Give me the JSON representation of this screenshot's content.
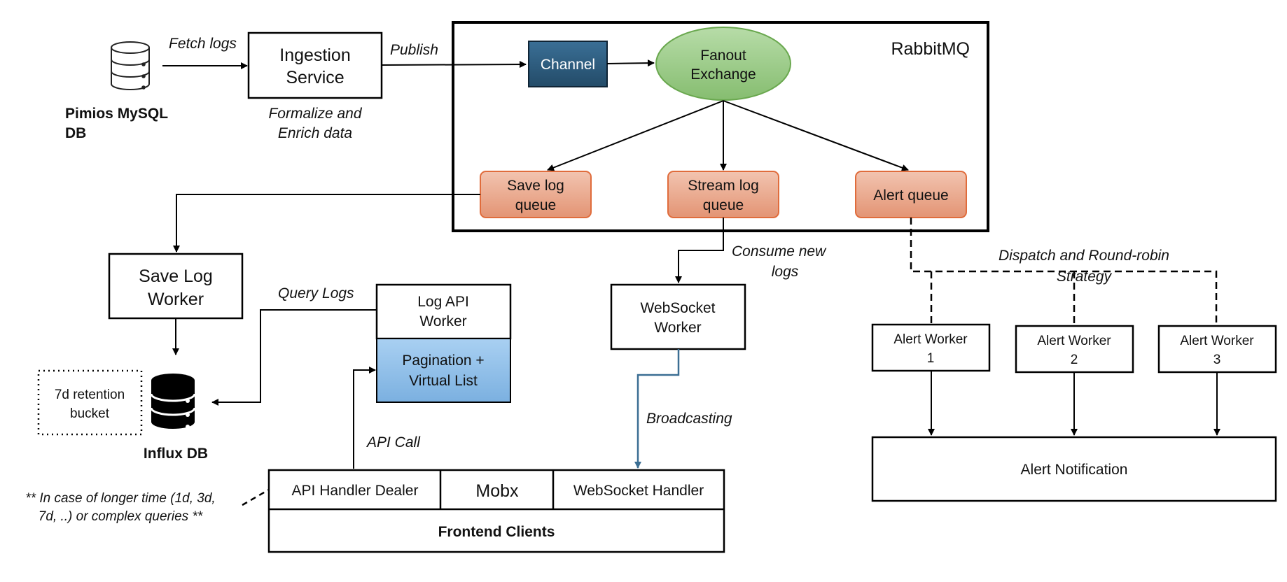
{
  "source_db": {
    "line1": "Pimios MySQL",
    "line2": "DB"
  },
  "fetch_label": "Fetch logs",
  "ingestion": {
    "line1": "Ingestion",
    "line2": "Service",
    "note1": "Formalize and",
    "note2": "Enrich data"
  },
  "publish_label": "Publish",
  "rabbitmq": {
    "title": "RabbitMQ",
    "channel": "Channel",
    "exchange": {
      "line1": "Fanout",
      "line2": "Exchange"
    },
    "save_queue": {
      "line1": "Save log",
      "line2": "queue"
    },
    "stream_queue": {
      "line1": "Stream log",
      "line2": "queue"
    },
    "alert_queue": "Alert queue"
  },
  "save_worker": {
    "line1": "Save Log",
    "line2": "Worker"
  },
  "influx": {
    "label": "Influx DB",
    "retention1": "7d retention",
    "retention2": "bucket"
  },
  "query_label": "Query Logs",
  "log_api": {
    "line1": "Log API",
    "line2": "Worker",
    "pag1": "Pagination +",
    "pag2": "Virtual List"
  },
  "api_call_label": "API Call",
  "consume_label": {
    "line1": "Consume new",
    "line2": "logs"
  },
  "ws_worker": {
    "line1": "WebSocket",
    "line2": "Worker"
  },
  "broadcast_label": "Broadcasting",
  "dispatch_label": {
    "line1": "Dispatch and Round-robin",
    "line2": "Strategy"
  },
  "alert_workers": [
    {
      "line1": "Alert Worker",
      "line2": "1"
    },
    {
      "line1": "Alert Worker",
      "line2": "2"
    },
    {
      "line1": "Alert Worker",
      "line2": "3"
    }
  ],
  "alert_notification": "Alert Notification",
  "frontend": {
    "api_handler": "API Handler Dealer",
    "mobx": "Mobx",
    "ws_handler": "WebSocket Handler",
    "title": "Frontend Clients"
  },
  "footnote": {
    "line1": "** In case of longer time (1d, 3d,",
    "line2": "7d, ..) or complex queries **"
  },
  "colors": {
    "channel_fill": "#2b5a7c",
    "exchange_fill": "#9ccc8a",
    "queue_fill": "#e8a68a",
    "pagination_fill": "#8fbde8",
    "broadcast_line": "#3b6e93"
  }
}
